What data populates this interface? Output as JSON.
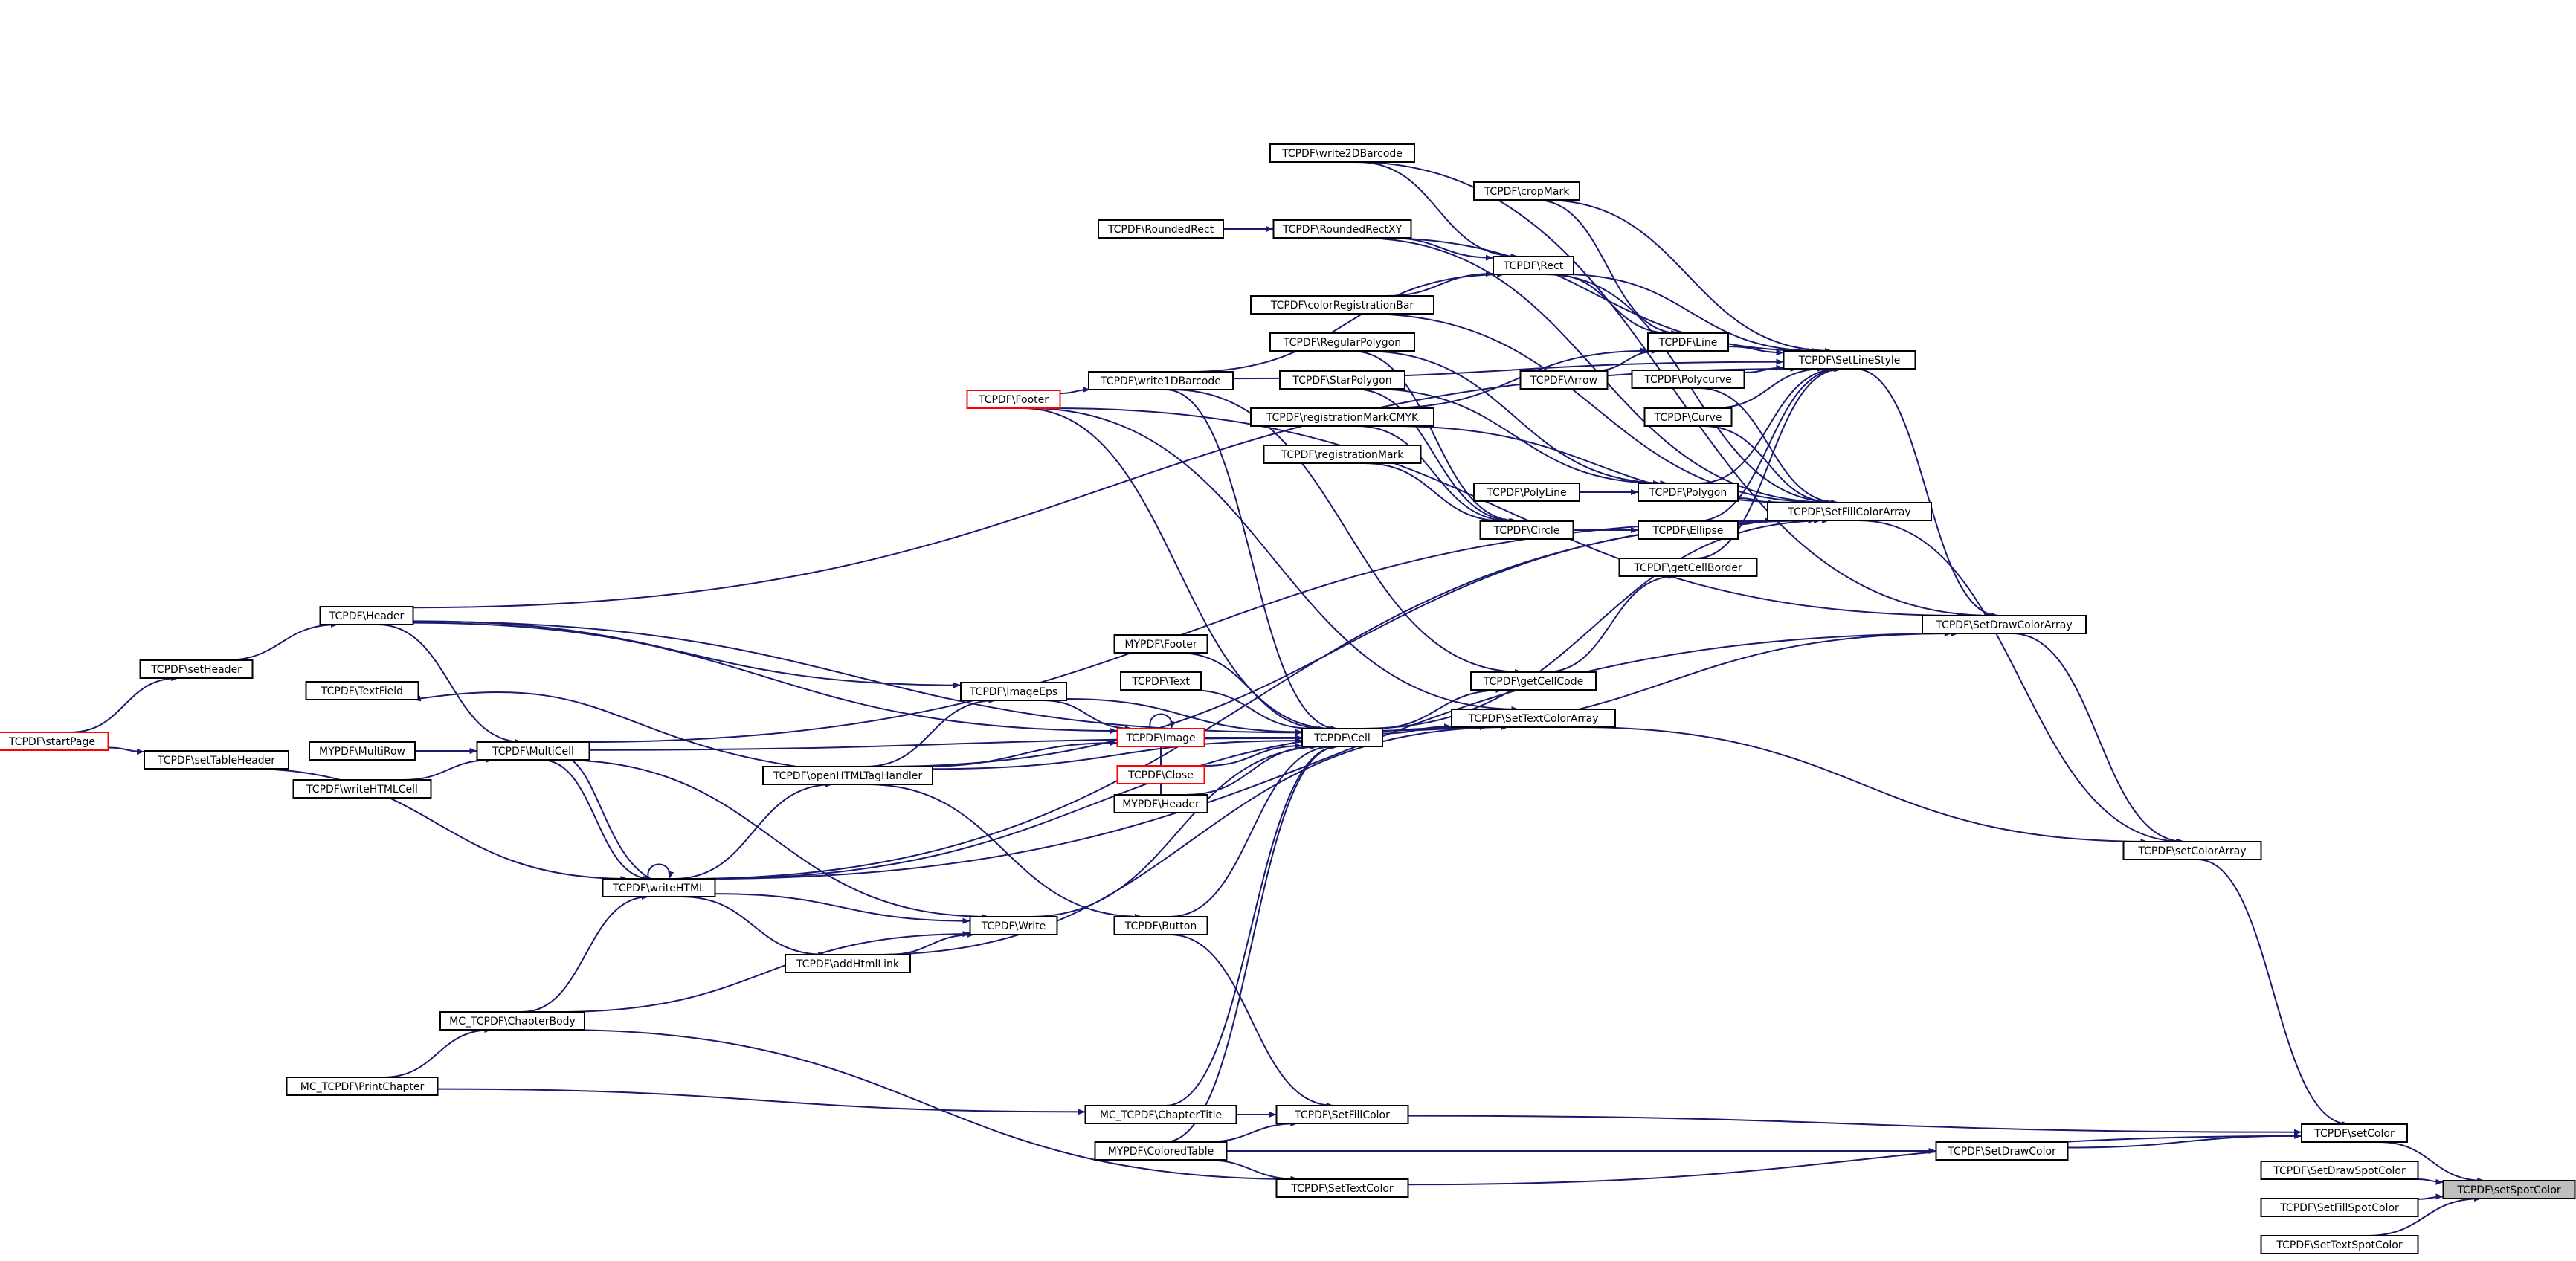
{
  "graph": {
    "kind": "call-graph",
    "focus": "TCPDF\\setSpotColor",
    "colors": {
      "edge": "#191970",
      "node_border": "#000000",
      "missing_border": "#ff0000",
      "focus_fill": "#bfbfbf"
    },
    "nodes": [
      {
        "id": "setSpotColor",
        "label": "TCPDF\\setSpotColor",
        "style": "current"
      },
      {
        "id": "setColor",
        "label": "TCPDF\\setColor",
        "style": "normal"
      },
      {
        "id": "SetDrawSpotColor",
        "label": "TCPDF\\SetDrawSpotColor",
        "style": "normal"
      },
      {
        "id": "SetFillSpotColor",
        "label": "TCPDF\\SetFillSpotColor",
        "style": "normal"
      },
      {
        "id": "SetTextSpotColor",
        "label": "TCPDF\\SetTextSpotColor",
        "style": "normal"
      },
      {
        "id": "setColorArray",
        "label": "TCPDF\\setColorArray",
        "style": "normal"
      },
      {
        "id": "SetDrawColorArray",
        "label": "TCPDF\\SetDrawColorArray",
        "style": "normal"
      },
      {
        "id": "SetFillColorArray",
        "label": "TCPDF\\SetFillColorArray",
        "style": "normal"
      },
      {
        "id": "SetLineStyle",
        "label": "TCPDF\\SetLineStyle",
        "style": "normal"
      },
      {
        "id": "SetTextColorArray",
        "label": "TCPDF\\SetTextColorArray",
        "style": "normal"
      },
      {
        "id": "SetDrawColor",
        "label": "TCPDF\\SetDrawColor",
        "style": "normal"
      },
      {
        "id": "SetFillColor",
        "label": "TCPDF\\SetFillColor",
        "style": "normal"
      },
      {
        "id": "SetTextColor",
        "label": "TCPDF\\SetTextColor",
        "style": "normal"
      },
      {
        "id": "Cell",
        "label": "TCPDF\\Cell",
        "style": "normal"
      },
      {
        "id": "getCellCode",
        "label": "TCPDF\\getCellCode",
        "style": "normal"
      },
      {
        "id": "getCellBorder",
        "label": "TCPDF\\getCellBorder",
        "style": "normal"
      },
      {
        "id": "Line",
        "label": "TCPDF\\Line",
        "style": "normal"
      },
      {
        "id": "Rect",
        "label": "TCPDF\\Rect",
        "style": "normal"
      },
      {
        "id": "Polygon",
        "label": "TCPDF\\Polygon",
        "style": "normal"
      },
      {
        "id": "Ellipse",
        "label": "TCPDF\\Ellipse",
        "style": "normal"
      },
      {
        "id": "Polycurve",
        "label": "TCPDF\\Polycurve",
        "style": "normal"
      },
      {
        "id": "Curve",
        "label": "TCPDF\\Curve",
        "style": "normal"
      },
      {
        "id": "Arrow",
        "label": "TCPDF\\Arrow",
        "style": "normal"
      },
      {
        "id": "cropMark",
        "label": "TCPDF\\cropMark",
        "style": "normal"
      },
      {
        "id": "PolyLine",
        "label": "TCPDF\\PolyLine",
        "style": "normal"
      },
      {
        "id": "Circle",
        "label": "TCPDF\\Circle",
        "style": "normal"
      },
      {
        "id": "write2DBarcode",
        "label": "TCPDF\\write2DBarcode",
        "style": "normal"
      },
      {
        "id": "RoundedRect",
        "label": "TCPDF\\RoundedRect",
        "style": "normal"
      },
      {
        "id": "RoundedRectXY",
        "label": "TCPDF\\RoundedRectXY",
        "style": "normal"
      },
      {
        "id": "colorRegistrationBar",
        "label": "TCPDF\\colorRegistrationBar",
        "style": "normal"
      },
      {
        "id": "RegularPolygon",
        "label": "TCPDF\\RegularPolygon",
        "style": "normal"
      },
      {
        "id": "StarPolygon",
        "label": "TCPDF\\StarPolygon",
        "style": "normal"
      },
      {
        "id": "registrationMarkCMYK",
        "label": "TCPDF\\registrationMarkCMYK",
        "style": "normal"
      },
      {
        "id": "registrationMark",
        "label": "TCPDF\\registrationMark",
        "style": "normal"
      },
      {
        "id": "write1DBarcode",
        "label": "TCPDF\\write1DBarcode",
        "style": "normal"
      },
      {
        "id": "Footer",
        "label": "TCPDF\\Footer",
        "style": "missing"
      },
      {
        "id": "MYPDF_Footer",
        "label": "MYPDF\\Footer",
        "style": "normal"
      },
      {
        "id": "Text",
        "label": "TCPDF\\Text",
        "style": "normal"
      },
      {
        "id": "Image",
        "label": "TCPDF\\Image",
        "style": "missing"
      },
      {
        "id": "Close",
        "label": "TCPDF\\Close",
        "style": "missing"
      },
      {
        "id": "MYPDF_Header",
        "label": "MYPDF\\Header",
        "style": "normal"
      },
      {
        "id": "Button",
        "label": "TCPDF\\Button",
        "style": "normal"
      },
      {
        "id": "ImageEps",
        "label": "TCPDF\\ImageEps",
        "style": "normal"
      },
      {
        "id": "openHTMLTagHandler",
        "label": "TCPDF\\openHTMLTagHandler",
        "style": "normal"
      },
      {
        "id": "Write",
        "label": "TCPDF\\Write",
        "style": "normal"
      },
      {
        "id": "addHtmlLink",
        "label": "TCPDF\\addHtmlLink",
        "style": "normal"
      },
      {
        "id": "MultiCell",
        "label": "TCPDF\\MultiCell",
        "style": "normal"
      },
      {
        "id": "writeHTML",
        "label": "TCPDF\\writeHTML",
        "style": "normal"
      },
      {
        "id": "Header",
        "label": "TCPDF\\Header",
        "style": "normal"
      },
      {
        "id": "setHeader",
        "label": "TCPDF\\setHeader",
        "style": "normal"
      },
      {
        "id": "startPage",
        "label": "TCPDF\\startPage",
        "style": "missing"
      },
      {
        "id": "setTableHeader",
        "label": "TCPDF\\setTableHeader",
        "style": "normal"
      },
      {
        "id": "TextField",
        "label": "TCPDF\\TextField",
        "style": "normal"
      },
      {
        "id": "MultiRow",
        "label": "MYPDF\\MultiRow",
        "style": "normal"
      },
      {
        "id": "writeHTMLCell",
        "label": "TCPDF\\writeHTMLCell",
        "style": "normal"
      },
      {
        "id": "ChapterBody",
        "label": "MC_TCPDF\\ChapterBody",
        "style": "normal"
      },
      {
        "id": "PrintChapter",
        "label": "MC_TCPDF\\PrintChapter",
        "style": "normal"
      },
      {
        "id": "ChapterTitle",
        "label": "MC_TCPDF\\ChapterTitle",
        "style": "normal"
      },
      {
        "id": "ColoredTable",
        "label": "MYPDF\\ColoredTable",
        "style": "normal"
      }
    ],
    "edges": [
      [
        "setColor",
        "setSpotColor"
      ],
      [
        "SetDrawSpotColor",
        "setSpotColor"
      ],
      [
        "SetFillSpotColor",
        "setSpotColor"
      ],
      [
        "SetTextSpotColor",
        "setSpotColor"
      ],
      [
        "setColorArray",
        "setColor"
      ],
      [
        "SetDrawColor",
        "setColor"
      ],
      [
        "SetFillColor",
        "setColor"
      ],
      [
        "SetTextColor",
        "setColor"
      ],
      [
        "SetDrawColorArray",
        "setColorArray"
      ],
      [
        "SetFillColorArray",
        "setColorArray"
      ],
      [
        "SetTextColorArray",
        "setColorArray"
      ],
      [
        "SetLineStyle",
        "SetDrawColorArray"
      ],
      [
        "Footer",
        "SetDrawColorArray"
      ],
      [
        "write2DBarcode",
        "SetDrawColorArray"
      ],
      [
        "writeHTML",
        "SetDrawColorArray"
      ],
      [
        "Cell",
        "SetDrawColorArray"
      ],
      [
        "Line",
        "SetLineStyle"
      ],
      [
        "Rect",
        "SetLineStyle"
      ],
      [
        "Polygon",
        "SetLineStyle"
      ],
      [
        "Ellipse",
        "SetLineStyle"
      ],
      [
        "Polycurve",
        "SetLineStyle"
      ],
      [
        "Curve",
        "SetLineStyle"
      ],
      [
        "getCellBorder",
        "SetLineStyle"
      ],
      [
        "cropMark",
        "SetLineStyle"
      ],
      [
        "RoundedRectXY",
        "SetLineStyle"
      ],
      [
        "Header",
        "SetLineStyle"
      ],
      [
        "write1DBarcode",
        "SetLineStyle"
      ],
      [
        "Rect",
        "SetFillColorArray"
      ],
      [
        "Polygon",
        "SetFillColorArray"
      ],
      [
        "Ellipse",
        "SetFillColorArray"
      ],
      [
        "Curve",
        "SetFillColorArray"
      ],
      [
        "Polycurve",
        "SetFillColorArray"
      ],
      [
        "RoundedRectXY",
        "SetFillColorArray"
      ],
      [
        "colorRegistrationBar",
        "SetFillColorArray"
      ],
      [
        "registrationMarkCMYK",
        "SetFillColorArray"
      ],
      [
        "Cell",
        "SetFillColorArray"
      ],
      [
        "writeHTML",
        "SetFillColorArray"
      ],
      [
        "openHTMLTagHandler",
        "SetFillColorArray"
      ],
      [
        "MultiCell",
        "SetFillColorArray"
      ],
      [
        "Cell",
        "SetTextColorArray"
      ],
      [
        "Footer",
        "SetTextColorArray"
      ],
      [
        "addHtmlLink",
        "SetTextColorArray"
      ],
      [
        "writeHTML",
        "SetTextColorArray"
      ],
      [
        "Cell",
        "getCellCode"
      ],
      [
        "getCellCode",
        "getCellBorder"
      ],
      [
        "write1DBarcode",
        "getCellCode"
      ],
      [
        "Arrow",
        "Line"
      ],
      [
        "cropMark",
        "Line"
      ],
      [
        "registrationMarkCMYK",
        "Line"
      ],
      [
        "Rect",
        "Line"
      ],
      [
        "RoundedRect",
        "RoundedRectXY"
      ],
      [
        "RoundedRectXY",
        "Rect"
      ],
      [
        "write2DBarcode",
        "Rect"
      ],
      [
        "colorRegistrationBar",
        "Rect"
      ],
      [
        "write1DBarcode",
        "Rect"
      ],
      [
        "PolyLine",
        "Polygon"
      ],
      [
        "RegularPolygon",
        "Polygon"
      ],
      [
        "StarPolygon",
        "Polygon"
      ],
      [
        "registrationMarkCMYK",
        "Circle"
      ],
      [
        "registrationMark",
        "Circle"
      ],
      [
        "RegularPolygon",
        "Circle"
      ],
      [
        "StarPolygon",
        "Circle"
      ],
      [
        "Circle",
        "Ellipse"
      ],
      [
        "Footer",
        "write1DBarcode"
      ],
      [
        "Footer",
        "Cell"
      ],
      [
        "MYPDF_Footer",
        "Cell"
      ],
      [
        "Text",
        "Cell"
      ],
      [
        "Image",
        "Cell"
      ],
      [
        "Close",
        "Cell"
      ],
      [
        "MYPDF_Header",
        "Cell"
      ],
      [
        "Button",
        "Cell"
      ],
      [
        "ChapterTitle",
        "Cell"
      ],
      [
        "ColoredTable",
        "Cell"
      ],
      [
        "Write",
        "Cell"
      ],
      [
        "Header",
        "Cell"
      ],
      [
        "MultiCell",
        "Cell"
      ],
      [
        "write1DBarcode",
        "Cell"
      ],
      [
        "ImageEps",
        "Cell"
      ],
      [
        "openHTMLTagHandler",
        "Cell"
      ],
      [
        "Image",
        "Image"
      ],
      [
        "ImageEps",
        "Image"
      ],
      [
        "openHTMLTagHandler",
        "Image"
      ],
      [
        "MYPDF_Header",
        "Image"
      ],
      [
        "Header",
        "Image"
      ],
      [
        "openHTMLTagHandler",
        "ImageEps"
      ],
      [
        "Header",
        "ImageEps"
      ],
      [
        "writeHTML",
        "openHTMLTagHandler"
      ],
      [
        "openHTMLTagHandler",
        "Button"
      ],
      [
        "writeHTML",
        "Write"
      ],
      [
        "addHtmlLink",
        "Write"
      ],
      [
        "MultiCell",
        "Write"
      ],
      [
        "ChapterBody",
        "Write"
      ],
      [
        "writeHTML",
        "addHtmlLink"
      ],
      [
        "Header",
        "MultiCell"
      ],
      [
        "MultiRow",
        "MultiCell"
      ],
      [
        "writeHTMLCell",
        "MultiCell"
      ],
      [
        "writeHTML",
        "MultiCell"
      ],
      [
        "MultiCell",
        "writeHTML"
      ],
      [
        "writeHTML",
        "writeHTML"
      ],
      [
        "openHTMLTagHandler",
        "TextField"
      ],
      [
        "setHeader",
        "Header"
      ],
      [
        "startPage",
        "setHeader"
      ],
      [
        "startPage",
        "setTableHeader"
      ],
      [
        "setTableHeader",
        "writeHTML"
      ],
      [
        "ChapterBody",
        "writeHTML"
      ],
      [
        "PrintChapter",
        "ChapterBody"
      ],
      [
        "PrintChapter",
        "ChapterTitle"
      ],
      [
        "ChapterBody",
        "SetTextColor"
      ],
      [
        "ChapterTitle",
        "SetFillColor"
      ],
      [
        "ColoredTable",
        "SetFillColor"
      ],
      [
        "ColoredTable",
        "SetTextColor"
      ],
      [
        "ColoredTable",
        "SetDrawColor"
      ],
      [
        "Button",
        "SetFillColor"
      ]
    ]
  }
}
